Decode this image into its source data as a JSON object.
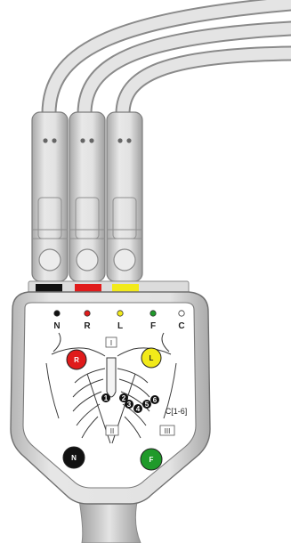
{
  "connector_labels": {
    "n": "N",
    "r": "R",
    "l": "L",
    "f": "F",
    "c": "C"
  },
  "connector_colors": {
    "n": "#111111",
    "r": "#e01b1b",
    "l": "#f2ea1a",
    "f": "#1f9a2a",
    "c": "#ffffff"
  },
  "electrodes": {
    "r": "R",
    "l": "L",
    "n": "N",
    "f": "F",
    "chest_range": "C[1-6]",
    "chest_numbers": [
      "1",
      "2",
      "3",
      "4",
      "5",
      "6"
    ]
  },
  "leads": {
    "lead_1": "I",
    "lead_2": "II",
    "lead_3": "III"
  }
}
